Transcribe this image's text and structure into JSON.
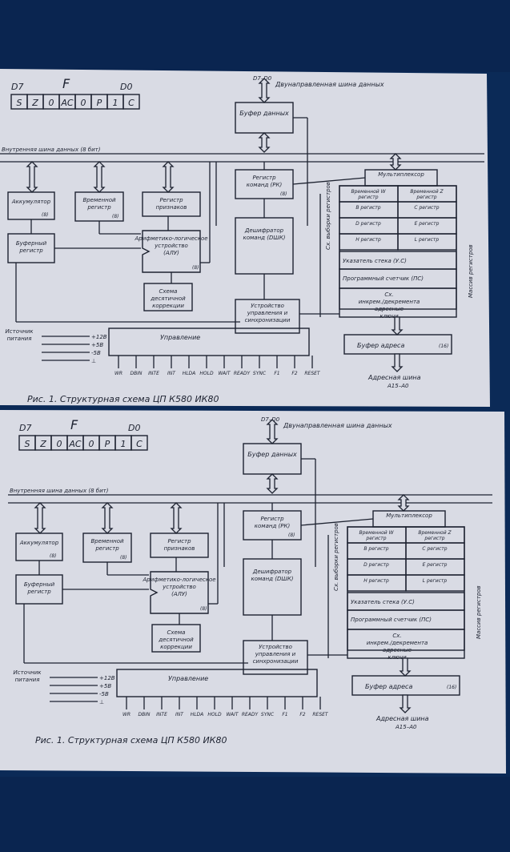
{
  "flags_header": {
    "msb": "D7",
    "register": "F",
    "lsb": "D0"
  },
  "flag_bits": [
    "S",
    "Z",
    "0",
    "AC",
    "0",
    "P",
    "1",
    "C"
  ],
  "bus_top_label": "D7–D0",
  "bidirectional_bus": "Двунаправленная шина данных",
  "data_buffer": "Буфер данных",
  "internal_bus": "Внутренняя шина данных (8 бит)",
  "blocks": {
    "accumulator": "Аккумулятор",
    "temp_register": "Временной регистр",
    "flag_register": "Регистр признаков",
    "buffer_register": "Буферный регистр",
    "alu": "Арифметико-логическое устройство (АЛУ)",
    "decimal_correction": "Схема десятичной коррекции",
    "instruction_register": "Регистр команд (РК)",
    "decoder": "Дешифратор команд (DШК)",
    "control_unit": "Устройство управления и синхронизации",
    "control": "Управление",
    "multiplexer": "Мультиплексор",
    "register_select": "Сх. выборки регистров",
    "register_array": "Массив регистров",
    "incdec": "Сх. инкрем./декремента адресные ключи",
    "address_buffer": "Буфер адреса",
    "address_bus": "Адресная шина",
    "address_bus_range": "A15–A0",
    "power": "Источник питания"
  },
  "bits8": "(8)",
  "bits16": "(16)",
  "register_pairs": [
    {
      "left": "Временной W регистр",
      "right": "Временной Z регистр"
    },
    {
      "left": "B регистр",
      "right": "C регистр"
    },
    {
      "left": "D регистр",
      "right": "E регистр"
    },
    {
      "left": "H регистр",
      "right": "L регистр"
    }
  ],
  "stack_pointer": "Указатель стека (У.С)",
  "program_counter": "Программный счетчик (ПС)",
  "power_lines": [
    "+12В",
    "+5В",
    "-5В",
    "⊥"
  ],
  "control_signals": [
    "WR",
    "DBIN",
    "INTE",
    "INT",
    "HLDA",
    "HOLD",
    "WAIT",
    "READY",
    "SYNC",
    "F1",
    "F2",
    "RESET"
  ],
  "caption": "Рис. 1.  Структурная схема ЦП К580 ИК80"
}
